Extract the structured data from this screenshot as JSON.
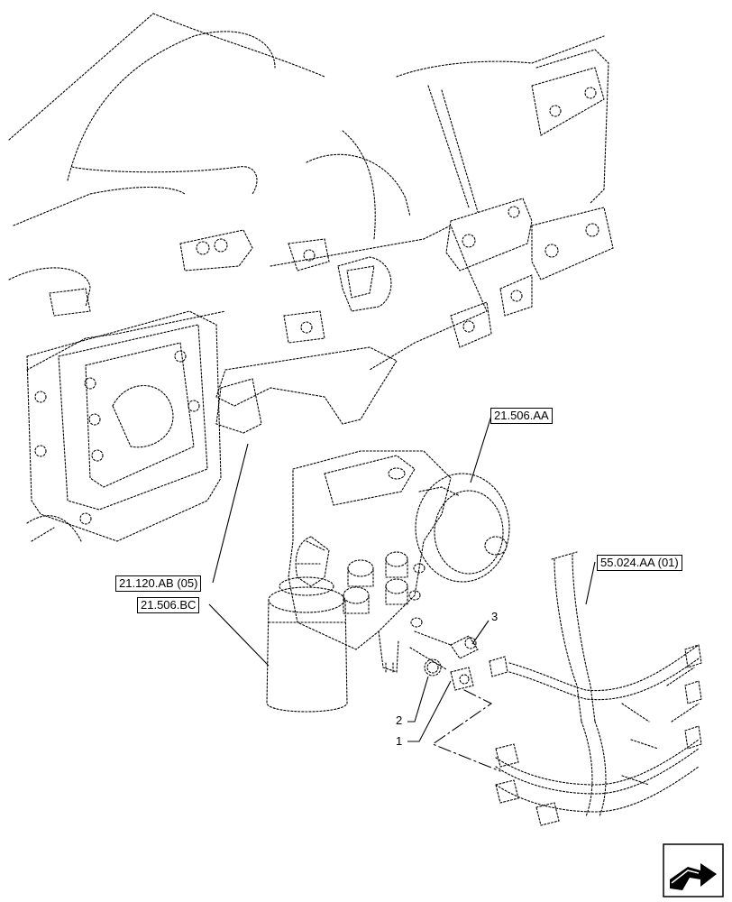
{
  "references": {
    "ref_21_506_AA": "21.506.AA",
    "ref_21_120_AB": "21.120.AB (05)",
    "ref_21_506_BC": "21.506.BC",
    "ref_55_024_AA": "55.024.AA (01)"
  },
  "callouts": {
    "item_1": "1",
    "item_2": "2",
    "item_3": "3"
  },
  "navigation": {
    "icon": "next-page-arrow-icon"
  }
}
